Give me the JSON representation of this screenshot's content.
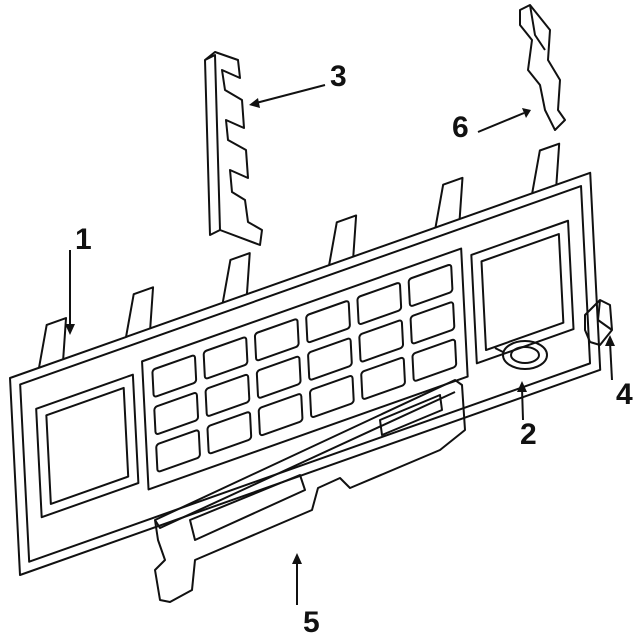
{
  "diagram": {
    "callouts": [
      {
        "id": "1",
        "label": "1",
        "part": "grille"
      },
      {
        "id": "2",
        "label": "2",
        "part": "emblem"
      },
      {
        "id": "3",
        "label": "3",
        "part": "bracket"
      },
      {
        "id": "4",
        "label": "4",
        "part": "clip"
      },
      {
        "id": "5",
        "label": "5",
        "part": "lower-panel"
      },
      {
        "id": "6",
        "label": "6",
        "part": "side-bracket"
      }
    ],
    "line_color": "#111111",
    "background": "#ffffff"
  }
}
